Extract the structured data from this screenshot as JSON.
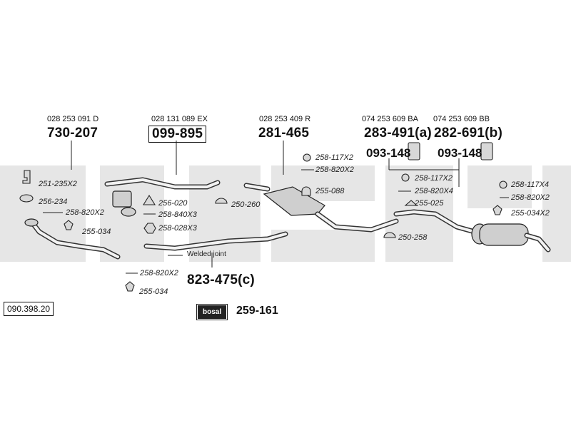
{
  "diagram_number": "090.398.20",
  "brand": {
    "logo_text": "bosal",
    "catalog_number": "259-161"
  },
  "oem_numbers": {
    "front_pipe": "028 253 091 D",
    "catalyst": "028 131 089 EX",
    "middle_silencer": "028 253 409 R",
    "rear_silencer_a": "074 253 609 BA",
    "rear_silencer_b": "074 253 609 BB"
  },
  "part_numbers": {
    "front_pipe": "730-207",
    "catalyst": "099-895",
    "middle_silencer": "281-465",
    "rear_silencer_a": "283-491(a)",
    "rear_silencer_b": "282-691(b)",
    "mount_a": "093-148",
    "mount_b": "093-148",
    "intermediate_pipe": "823-475(c)"
  },
  "annotations": {
    "welded_joint": "Welded joint"
  },
  "accessories": {
    "front_left": [
      "251-235X2",
      "256-234",
      "258-820X2",
      "255-034"
    ],
    "catalyst_area": [
      "256-020",
      "258-840X3",
      "258-028X3",
      "250-260"
    ],
    "intermediate": [
      "258-820X2",
      "255-034"
    ],
    "middle": [
      "258-117X2",
      "258-820X2",
      "255-088"
    ],
    "rear_mid": [
      "258-117X2",
      "258-820X4",
      "255-025",
      "250-258"
    ],
    "rear_right": [
      "258-117X4",
      "258-820X2",
      "255-034X2"
    ]
  },
  "watermark_color": "#e6e6e6"
}
